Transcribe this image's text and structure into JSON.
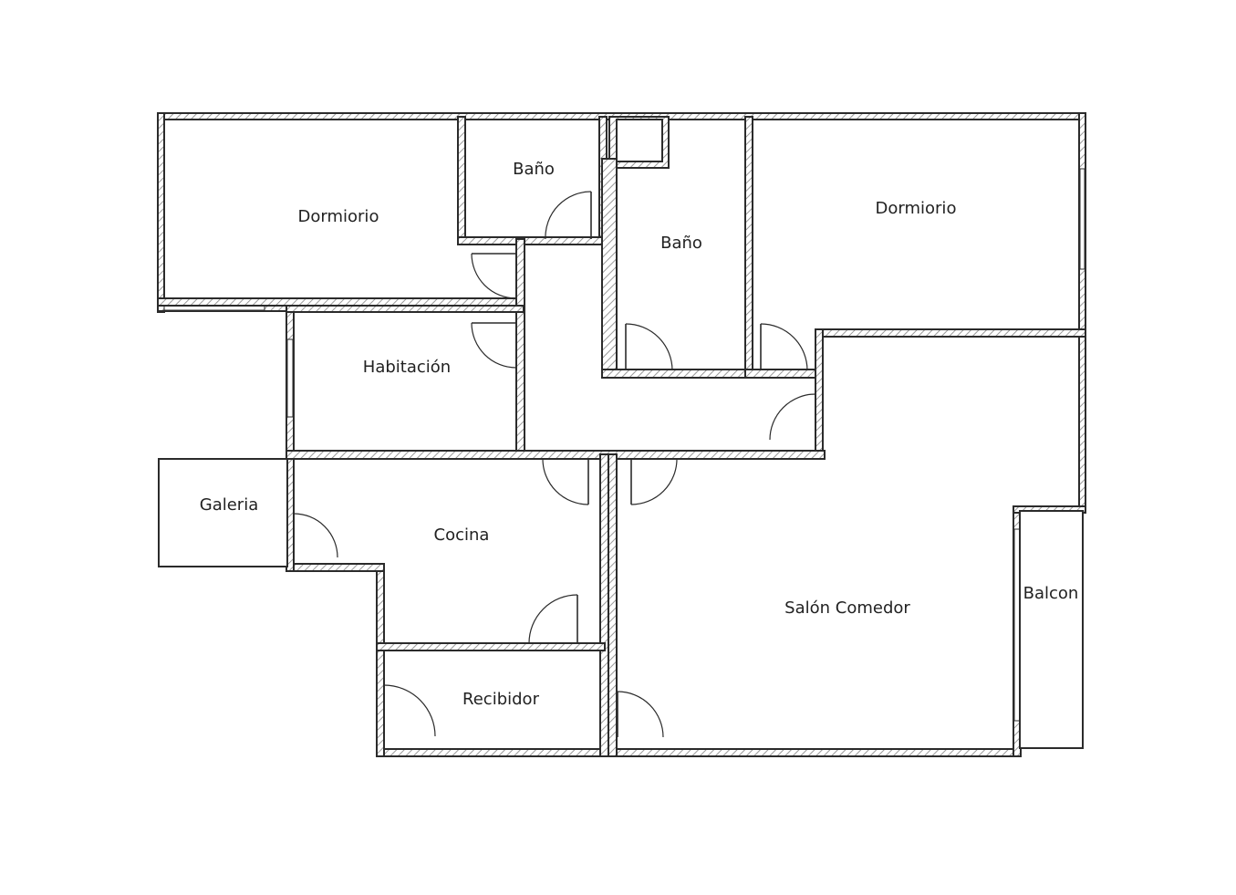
{
  "rooms": {
    "dormitorio_left": "Dormiorio",
    "bano_1": "Baño",
    "bano_2": "Baño",
    "dormitorio_right": "Dormiorio",
    "habitacion": "Habitación",
    "galeria": "Galeria",
    "cocina": "Cocina",
    "recibidor": "Recibidor",
    "salon_comedor": "Salón Comedor",
    "balcon": "Balcon"
  },
  "colors": {
    "wall_line": "#2b2b2b",
    "hatch": "#9a9a9a",
    "background": "#ffffff"
  }
}
